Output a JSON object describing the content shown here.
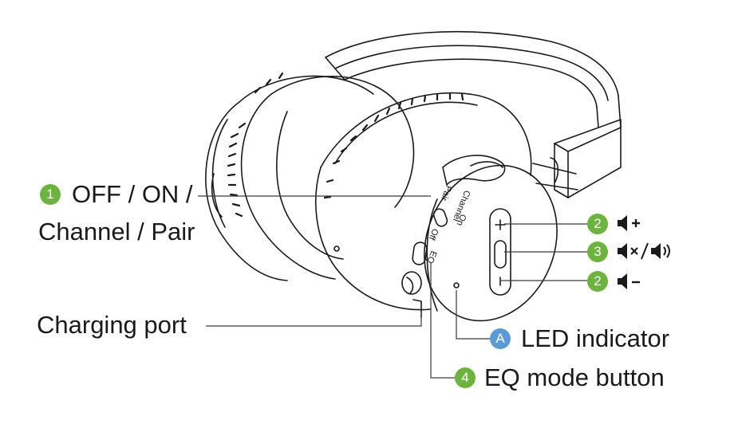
{
  "colors": {
    "accent_green": "#6db33f",
    "accent_blue": "#5b9bd5",
    "line": "#1a1a1a"
  },
  "device_markings": {
    "channel": "Channel",
    "on": "On",
    "pair": "Pair",
    "off": "Off",
    "eq": "EQ",
    "plus": "+",
    "minus": "−"
  },
  "callouts": {
    "power": {
      "badge": "1",
      "line1": "OFF / ON /",
      "line2": "Channel / Pair"
    },
    "vol_up": {
      "badge": "2",
      "icon": "volume-up-icon",
      "symbol": "+"
    },
    "mute": {
      "badge": "3",
      "icon": "mute-unmute-icon",
      "separator": "/"
    },
    "vol_down": {
      "badge": "2",
      "icon": "volume-down-icon",
      "symbol": "−"
    },
    "charging": {
      "label": "Charging port"
    },
    "led": {
      "badge": "A",
      "label": "LED indicator"
    },
    "eq": {
      "badge": "4",
      "label": "EQ mode button"
    }
  }
}
